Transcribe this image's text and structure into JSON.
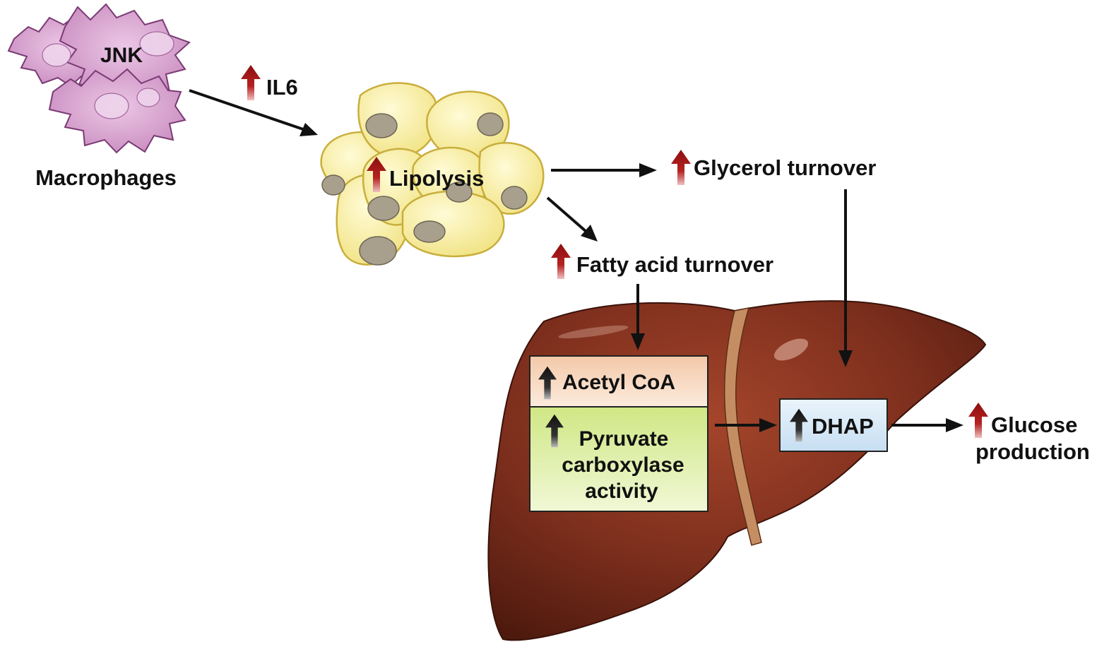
{
  "labels": {
    "jnk": "JNK",
    "macrophages": "Macrophages",
    "il6": "IL6",
    "lipolysis": "Lipolysis",
    "glycerol_turnover": "Glycerol turnover",
    "fatty_acid_turnover": "Fatty acid turnover",
    "acetyl_coa": "Acetyl CoA",
    "pyruvate_line1": "Pyruvate",
    "pyruvate_line2": "carboxylase",
    "pyruvate_line3": "activity",
    "dhap": "DHAP",
    "glucose_line1": "Glucose",
    "glucose_line2": "production"
  },
  "icons": {
    "increase_marker_external": "red-up-arrow-icon",
    "increase_marker_liver": "black-up-arrow-icon",
    "flow_arrow": "black-arrow-icon"
  },
  "colors": {
    "macrophage_fill": "#d9a6d2",
    "macrophage_stroke": "#7a3a74",
    "adipocyte_fill": "#f7eea0",
    "adipocyte_stroke": "#c9ae3c",
    "nucleus_fill": "#a89f8c",
    "liver_fill": "#7e2f1d",
    "ligament_fill": "#c58e62",
    "up_arrow_red": "#9b1111",
    "up_arrow_black": "#111111",
    "acetyl_box_fill": "#f6d6bd",
    "pyruvate_box_fill": "#dcef9e",
    "dhap_box_fill": "#d6e8f6"
  }
}
